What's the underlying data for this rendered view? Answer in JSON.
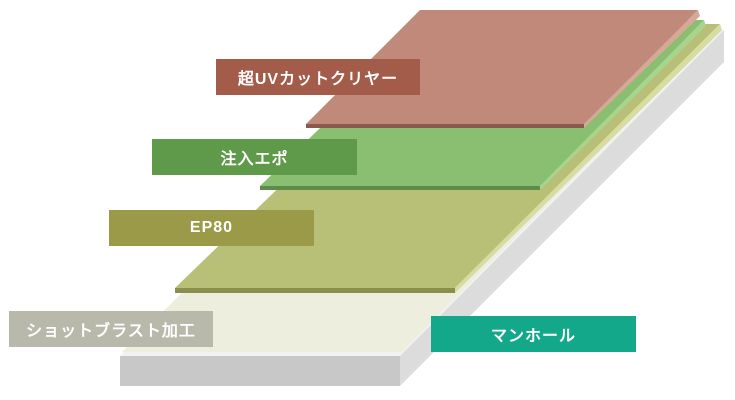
{
  "colors": {
    "topcoat_tag": "#a45c4a",
    "topcoat_face": "#c0897a",
    "epoxy_tag": "#5e9a4a",
    "epoxy_face": "#8abf72",
    "ep80_tag": "#9a9a48",
    "ep80_face": "#b8bf76",
    "blast_tag": "#b9b9ab",
    "blast_face": "#eeeedf",
    "manhole_tag": "#13a88a",
    "base_side": "#c8c8c8"
  },
  "labels": {
    "topcoat": "超UVカットクリヤー",
    "epoxy": "注入エポ",
    "ep80": "EP80",
    "blast": "ショットブラスト加工",
    "manhole": "マンホール"
  }
}
